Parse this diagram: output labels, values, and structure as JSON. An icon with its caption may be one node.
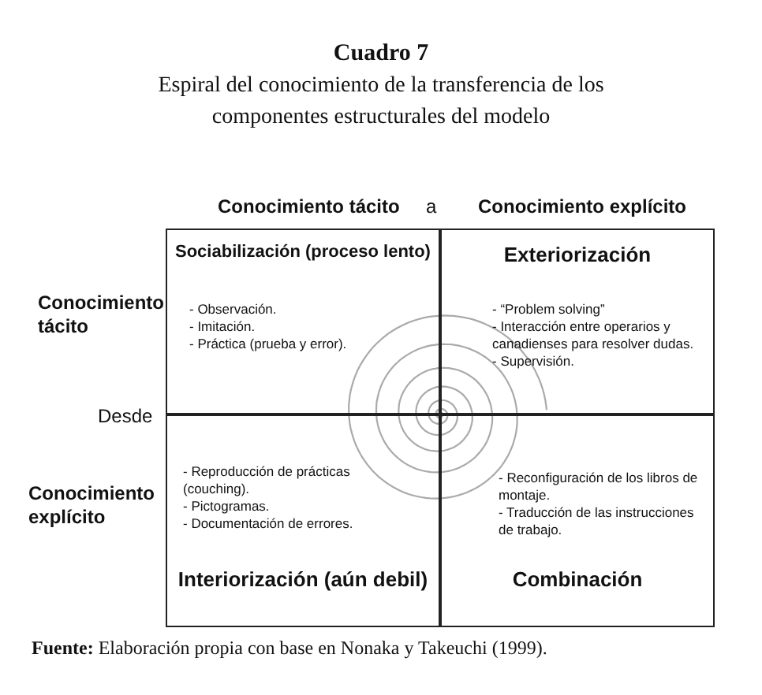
{
  "diagram": {
    "title": "Cuadro 7",
    "caption": "**Fuente:** Elaboración propia con base en Nonaka y Takeuchi (1999).",
    "nodes": [
      {
        "text": [
          "Sociabilización (proceso lento)",
          "- Observación.",
          "- Imitación.",
          "- Práctica (prueba y error)."
        ]
      },
      {
        "text": [
          "Exteriorización",
          "- “Problem solving”",
          "- Interacción entre operarios y canadienses para resolver dudas.",
          "- Supervisión."
        ]
      },
      {
        "text": [
          "- Reproducción de prácticas (couching).",
          "- Pictogramas.",
          "- Documentación de errores.",
          "Interiorización (aún debil)"
        ]
      },
      {
        "text": [
          "- Reconfiguración de los libros de montaje.",
          "- Traducción de las instrucciones de trabajo.",
          "Combinación"
        ]
      }
    ],
    "labels": [
      "Espiral del conocimiento de la transferencia de los componentes estructurales del modelo",
      "Conocimiento tácito",
      "a",
      "Conocimiento explícito",
      "Conocimiento tácito",
      "Desde",
      "Conocimiento explícito"
    ]
  }
}
